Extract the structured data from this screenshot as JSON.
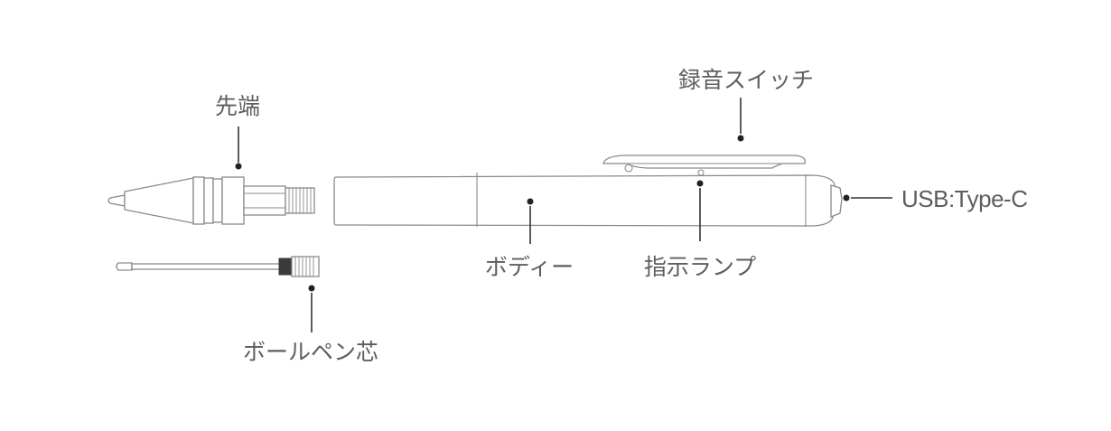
{
  "diagram": {
    "labels": {
      "tip": "先端",
      "refill": "ボールペン芯",
      "body": "ボディー",
      "record_switch": "録音スイッチ",
      "indicator": "指示ランプ",
      "usb": "USB:Type-C"
    },
    "colors": {
      "label_text": "#5e5e5e",
      "leader_line": "#333333",
      "outline": "#8a8a8a",
      "background": "#ffffff"
    }
  }
}
